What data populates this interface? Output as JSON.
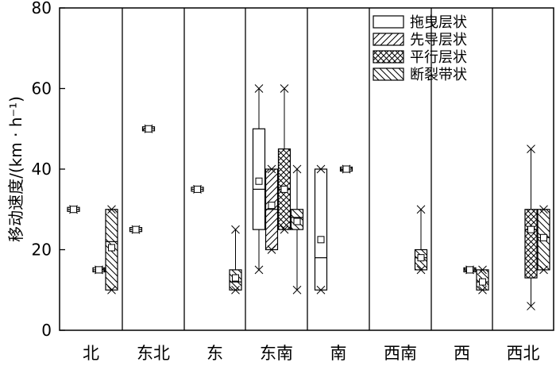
{
  "chart_data": {
    "type": "box",
    "ylabel": "移动速度/(km · h⁻¹)",
    "ylim": [
      0,
      80
    ],
    "yticks": [
      0,
      20,
      40,
      60,
      80
    ],
    "categories": [
      "北",
      "东北",
      "东",
      "东南",
      "南",
      "西南",
      "西",
      "西北"
    ],
    "legend": {
      "position": "top-right",
      "entries": [
        {
          "key": "drag",
          "label": "拖曳层状",
          "fill": "blank"
        },
        {
          "key": "lead",
          "label": "先导层状",
          "fill": "diagonal"
        },
        {
          "key": "parallel",
          "label": "平行层状",
          "fill": "crosshatch"
        },
        {
          "key": "broken",
          "label": "断裂带状",
          "fill": "backdiagonal"
        }
      ]
    },
    "boxes": [
      {
        "category": "北",
        "type": "drag",
        "min": 30,
        "q1": 29.5,
        "median": 30,
        "q3": 30.5,
        "max": 30,
        "mean": 30
      },
      {
        "category": "北",
        "type": "parallel",
        "min": 15,
        "q1": 14.5,
        "median": 15,
        "q3": 15.5,
        "max": 15,
        "mean": 15
      },
      {
        "category": "北",
        "type": "broken",
        "min": 10,
        "q1": 10,
        "median": 22,
        "q3": 30,
        "max": 30,
        "mean": 20.5
      },
      {
        "category": "东北",
        "type": "drag",
        "min": 25,
        "q1": 24.5,
        "median": 25,
        "q3": 25.5,
        "max": 25,
        "mean": 25
      },
      {
        "category": "东北",
        "type": "lead",
        "min": 50,
        "q1": 49.5,
        "median": 50,
        "q3": 50.5,
        "max": 50,
        "mean": 50
      },
      {
        "category": "东",
        "type": "drag",
        "min": 35,
        "q1": 34.5,
        "median": 35,
        "q3": 35.5,
        "max": 35,
        "mean": 35
      },
      {
        "category": "东",
        "type": "broken",
        "min": 10,
        "q1": 10,
        "median": 12,
        "q3": 15,
        "max": 25,
        "mean": 13
      },
      {
        "category": "东南",
        "type": "drag",
        "min": 15,
        "q1": 25,
        "median": 35,
        "q3": 50,
        "max": 60,
        "mean": 37
      },
      {
        "category": "东南",
        "type": "lead",
        "min": 20,
        "q1": 20,
        "median": 30,
        "q3": 40,
        "max": 40,
        "mean": 31
      },
      {
        "category": "东南",
        "type": "parallel",
        "min": 25,
        "q1": 25,
        "median": 35,
        "q3": 45,
        "max": 60,
        "mean": 35
      },
      {
        "category": "东南",
        "type": "broken",
        "min": 10,
        "q1": 25,
        "median": 28,
        "q3": 30,
        "max": 40,
        "mean": 27
      },
      {
        "category": "南",
        "type": "drag",
        "min": 10,
        "q1": 10,
        "median": 18,
        "q3": 40,
        "max": 40,
        "mean": 22.5
      },
      {
        "category": "南",
        "type": "parallel",
        "min": 40,
        "q1": 39.5,
        "median": 40,
        "q3": 40.5,
        "max": 40,
        "mean": 40
      },
      {
        "category": "西南",
        "type": "broken",
        "min": 15,
        "q1": 15,
        "median": 18,
        "q3": 20,
        "max": 30,
        "mean": 18
      },
      {
        "category": "西",
        "type": "broken",
        "min": 10,
        "q1": 10,
        "median": 12,
        "q3": 15,
        "max": 15,
        "mean": 12
      },
      {
        "category": "西",
        "type": "parallel",
        "min": 15,
        "q1": 14.5,
        "median": 15,
        "q3": 15.5,
        "max": 15,
        "mean": 15
      },
      {
        "category": "西北",
        "type": "parallel",
        "min": 6,
        "q1": 13,
        "median": 25,
        "q3": 30,
        "max": 45,
        "mean": 25
      },
      {
        "category": "西北",
        "type": "broken",
        "min": 15,
        "q1": 15,
        "median": 23,
        "q3": 30,
        "max": 30,
        "mean": 23
      }
    ]
  }
}
